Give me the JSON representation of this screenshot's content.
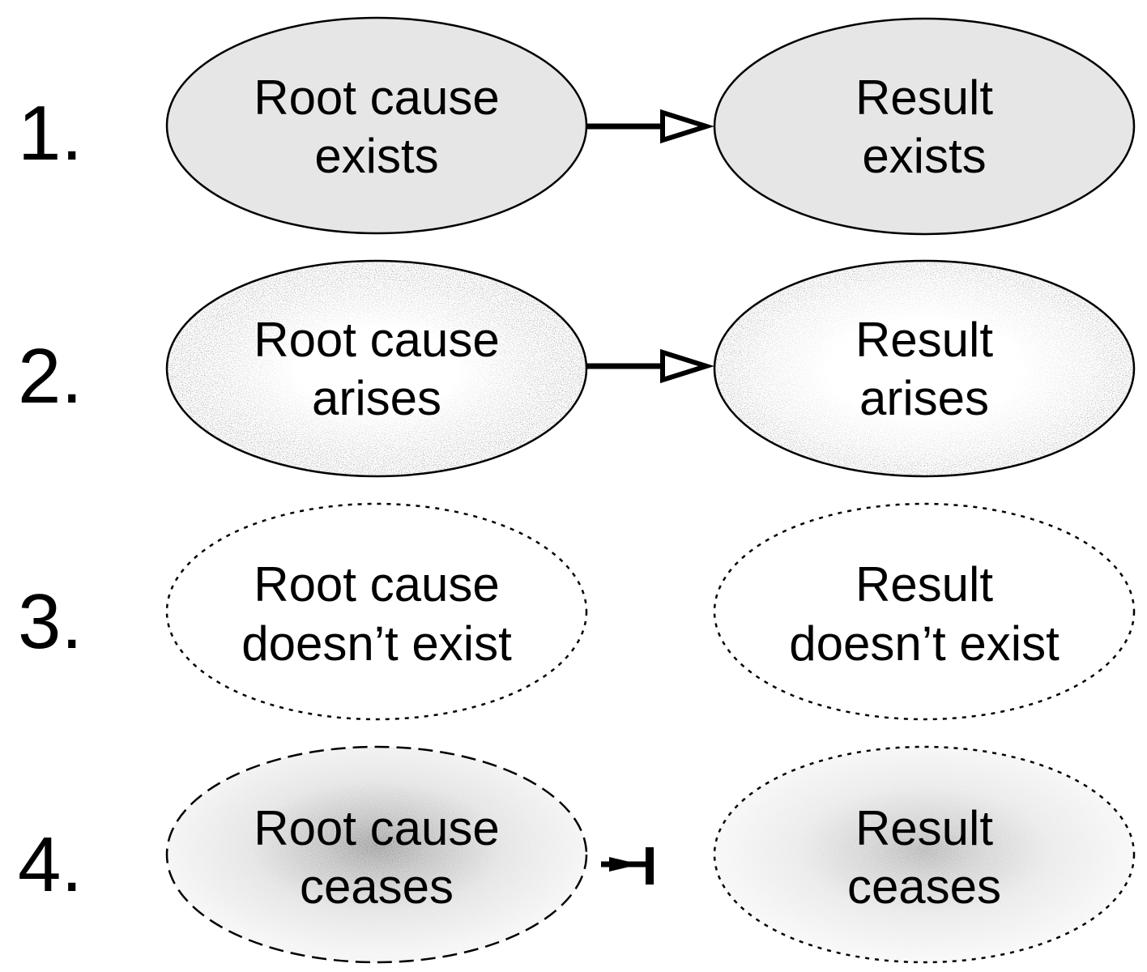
{
  "rows": [
    {
      "number": "1.",
      "style": "solid-light-gray",
      "connector": "arrow",
      "cause": {
        "lines": [
          "Root cause",
          "exists"
        ]
      },
      "result": {
        "lines": [
          "Result",
          "exists"
        ]
      }
    },
    {
      "number": "2.",
      "style": "speckled-dark-rim",
      "connector": "arrow",
      "cause": {
        "lines": [
          "Root cause",
          "arises"
        ]
      },
      "result": {
        "lines": [
          "Result",
          "arises"
        ]
      }
    },
    {
      "number": "3.",
      "style": "dotted-outline-empty",
      "connector": "none",
      "cause": {
        "lines": [
          "Root cause",
          "doesn’t exist"
        ]
      },
      "result": {
        "lines": [
          "Result",
          "doesn’t exist"
        ]
      }
    },
    {
      "number": "4.",
      "style": "faded-gray-dashed",
      "connector": "blocked",
      "cause": {
        "lines": [
          "Root cause",
          "ceases"
        ]
      },
      "result": {
        "lines": [
          "Result",
          "ceases"
        ]
      }
    }
  ],
  "colors": {
    "ink": "#000000",
    "light_fill": "#e6e6e6",
    "speckle_dark": "#1a1a1a",
    "faded_fill": "#d0d0d0"
  }
}
